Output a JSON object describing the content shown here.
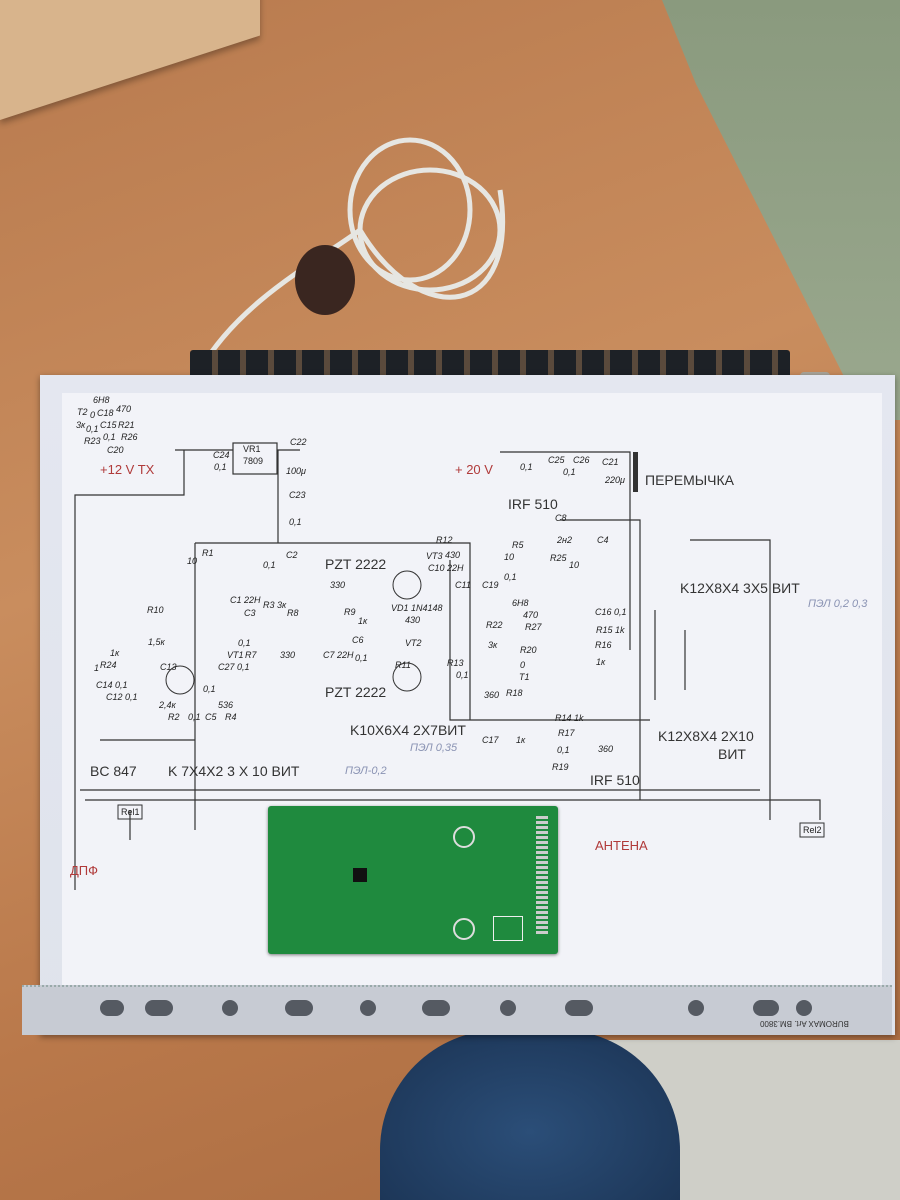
{
  "schematic": {
    "supply_12v": "+12 V TX",
    "supply_20v": "+ 20 V",
    "jumper": "ПЕРЕМЫЧКА",
    "regulator": {
      "ref": "VR1",
      "part": "7809"
    },
    "irf_top": "IRF 510",
    "irf_bottom": "IRF 510",
    "pzt_top": "PZT 2222",
    "pzt_bottom": "PZT 2222",
    "out_transformer_1": "K12X8X4 3X5 ВИТ",
    "out_transformer_2a": "K12X8X4 2X10",
    "out_transformer_2b": "ВИТ",
    "mid_transformer": "K10X6X4 2X7ВИТ",
    "input_transistor": "BC 847",
    "input_transformer": "K 7X4X2  3 X 10 ВИТ",
    "antenna": "АНТЕНА",
    "filter": "ДПФ",
    "relay1": "Rel1",
    "relay2": "Rel2",
    "handwritten": [
      "ПЭЛ-0,2",
      "ПЭЛ 0,35",
      "ПЭЛ 0,2 0,3"
    ],
    "components": [
      "C22",
      "100μ",
      "C24",
      "0,1",
      "C23",
      "0,1",
      "C25",
      "0,1",
      "C26",
      "0,1",
      "C21",
      "220μ",
      "R1",
      "10",
      "C2",
      "0,1",
      "R10",
      "1,5к",
      "C1 22H",
      "R3 3к",
      "C3",
      "0,1",
      "R7",
      "330",
      "R8",
      "330",
      "R9",
      "1к",
      "VD1 1N4148",
      "C6",
      "0,1",
      "C7 22H",
      "R11",
      "430",
      "VT2",
      "R12",
      "430",
      "C10 22H",
      "VT3",
      "C11",
      "0,1",
      "R13",
      "1к",
      "R24",
      "1",
      "C14 0,1",
      "C12 0,1",
      "C13",
      "0,1",
      "R2",
      "2,4к",
      "C5",
      "0,1",
      "R4",
      "536",
      "VT1",
      "C27 0,1",
      "C8",
      "2н2",
      "R5",
      "10",
      "R25",
      "10",
      "C4",
      "0,1",
      "C19",
      "6H8",
      "R22",
      "470",
      "R27",
      "3к",
      "R20",
      "0",
      "T1",
      "R18",
      "360",
      "C16 0,1",
      "R15 1k",
      "R16",
      "1к",
      "R14 1k",
      "R17",
      "1к",
      "C17",
      "0,1",
      "R19",
      "360",
      "C15",
      "0,1",
      "C18",
      "0,1",
      "R21",
      "0",
      "R23",
      "470",
      "R26",
      "3к",
      "C20",
      "6H8",
      "T2"
    ]
  },
  "pocket": {
    "brand": "BUROMAX",
    "article": "Art. BM.3800"
  }
}
